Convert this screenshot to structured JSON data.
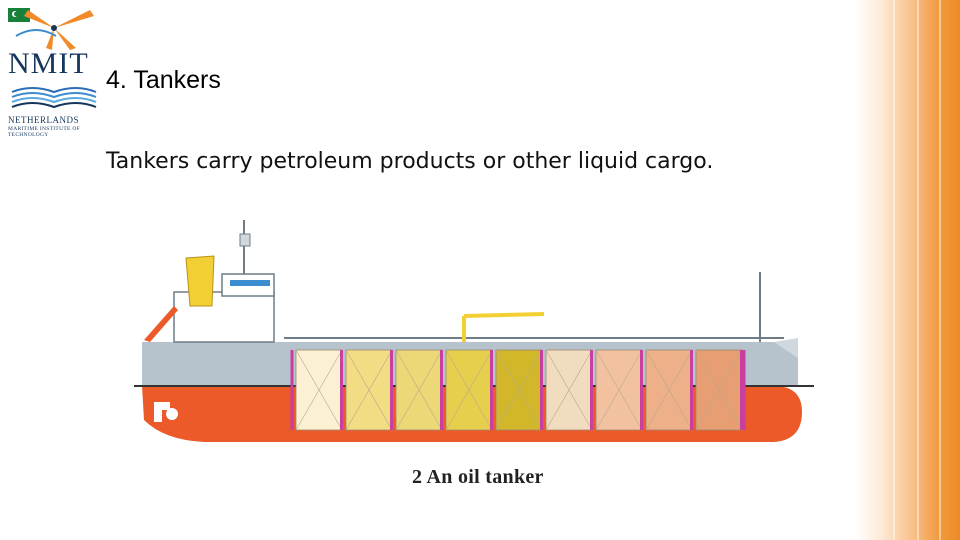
{
  "logo": {
    "name": "NMIT",
    "subtitle_line1": "NETHERLANDS",
    "subtitle_line2": "MARITIME INSTITUTE OF TECHNOLOGY"
  },
  "slide": {
    "title": "4. Tankers",
    "body": "Tankers carry petroleum products or other liquid cargo.",
    "figure_caption": "2 An oil tanker"
  },
  "colors": {
    "hull": "#ec5a2a",
    "deck": "#b7c3cc",
    "funnel": "#f2cf33",
    "edge_accent": "#ee8a26"
  },
  "figure": {
    "tanks": [
      {
        "name": "tank-1",
        "color": "#fbf0d2"
      },
      {
        "name": "tank-2",
        "color": "#f2dd84"
      },
      {
        "name": "tank-3",
        "color": "#ecd877"
      },
      {
        "name": "tank-4",
        "color": "#e7cf4e"
      },
      {
        "name": "tank-5",
        "color": "#d3b72a"
      },
      {
        "name": "tank-6",
        "color": "#f2dcc0"
      },
      {
        "name": "tank-7",
        "color": "#f2c2a0"
      },
      {
        "name": "tank-8",
        "color": "#eeb089"
      },
      {
        "name": "tank-9",
        "color": "#e79e72"
      }
    ]
  }
}
